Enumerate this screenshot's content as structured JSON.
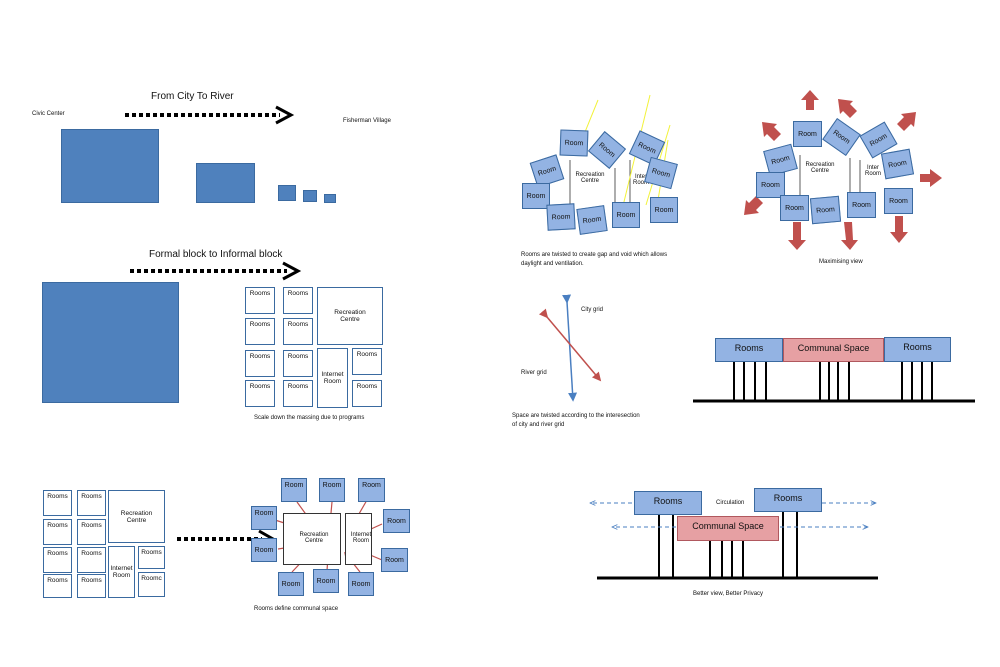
{
  "diagram1": {
    "title": "From City To River",
    "left_label": "Civic Center",
    "right_label": "Fisherman Village"
  },
  "diagram2": {
    "title": "Formal block to Informal block",
    "caption": "Scale down the massing due to programs",
    "room": "Rooms",
    "recreation": "Recreation Centre",
    "internet": "Internet Room"
  },
  "diagram3": {
    "room": "Rooms",
    "room_variant": "Roomc",
    "recreation": "Recreation Centre",
    "internet": "Internet Room",
    "twisted_room": "Room",
    "twisted_recreation": "Recreation Centre",
    "twisted_internet": "Internet Room",
    "caption": "Rooms define communal space"
  },
  "diagram4": {
    "room": "Room",
    "recreation": "Recreation Centre",
    "internet": "Inter Room",
    "caption_line1": "Rooms are twisted to create gap and void which allows",
    "caption_line2": "daylight and ventilation."
  },
  "diagram5": {
    "room": "Room",
    "recreation": "Recreation Centre",
    "internet": "Inter Room",
    "caption": "Maximising view"
  },
  "diagram6": {
    "city_grid": "City grid",
    "river_grid": "River grid",
    "caption_line1": "Space are twisted according to the interesection",
    "caption_line2": "of city and river grid"
  },
  "diagram7": {
    "rooms_left": "Rooms",
    "communal": "Communal Space",
    "rooms_right": "Rooms"
  },
  "diagram8": {
    "rooms_left": "Rooms",
    "circulation": "Circulation",
    "rooms_right": "Rooms",
    "communal": "Communal Space",
    "caption": "Better view, Better Privacy"
  },
  "colors": {
    "block_blue": "#4f81bd",
    "room_blue": "#93b3e3",
    "communal_pink": "#e6a0a3",
    "arrow_red": "#c0504d",
    "arrow_blue": "#4a7fc1",
    "sun_yellow": "#f2f23a"
  }
}
